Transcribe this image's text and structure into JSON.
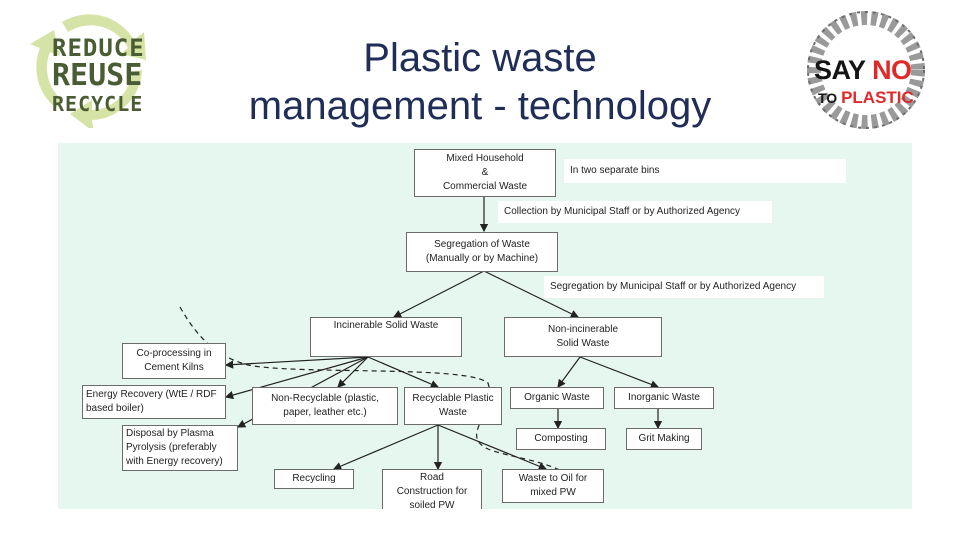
{
  "title_line1": "Plastic waste",
  "title_line2": "management - technology",
  "logo_left": {
    "icon": "recycle-icon",
    "words": [
      "REDUCE",
      "REUSE",
      "RECYCLE"
    ],
    "colors": {
      "ring": "#d6e3a6",
      "text": "#4a5c33"
    }
  },
  "logo_right": {
    "icon": "say-no-to-plastic-badge",
    "line1a": "SAY ",
    "line1b": "NO",
    "line2a": "TO ",
    "line2b": "PLASTIC"
  },
  "colors": {
    "panel": "#e6f7ef",
    "title": "#1f2d57"
  },
  "diagram": {
    "nodes": {
      "mixed_waste": "Mixed Household\n&\nCommercial Waste",
      "segregation": "Segregation of Waste\n(Manually or by Machine)",
      "incinerable": "Incinerable Solid Waste",
      "non_incinerable": "Non-incinerable\nSolid Waste",
      "coprocessing": "Co-processing in\nCement Kilns",
      "energy_recovery": "Energy Recovery (WtE / RDF\nbased boiler)",
      "plasma": "Disposal by Plasma\nPyrolysis (preferably\nwith Energy recovery)",
      "non_recyclable": "Non-Recyclable (plastic,\npaper, leather etc.)",
      "recyclable_plastic": "Recyclable Plastic\nWaste",
      "organic": "Organic Waste",
      "inorganic": "Inorganic Waste",
      "composting": "Composting",
      "grit": "Grit Making",
      "recycling": "Recycling",
      "road": "Road\nConstruction for\nsoiled PW",
      "waste_to_oil": "Waste to Oil for\nmixed PW"
    },
    "notes": {
      "two_bins": "In two separate bins",
      "collection": "Collection by Municipal Staff or by Authorized Agency",
      "segregation_by": "Segregation by Municipal Staff or by Authorized Agency"
    }
  }
}
